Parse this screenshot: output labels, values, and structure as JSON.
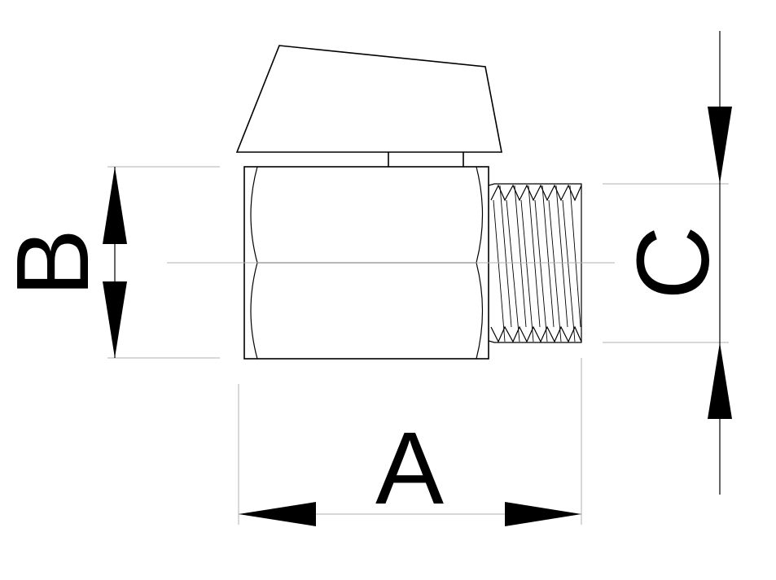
{
  "dimensions": {
    "a": "A",
    "b": "B",
    "c": "C"
  },
  "colors": {
    "outline": "#000000",
    "extension_lines": "#b0b0b0",
    "background": "#ffffff"
  }
}
